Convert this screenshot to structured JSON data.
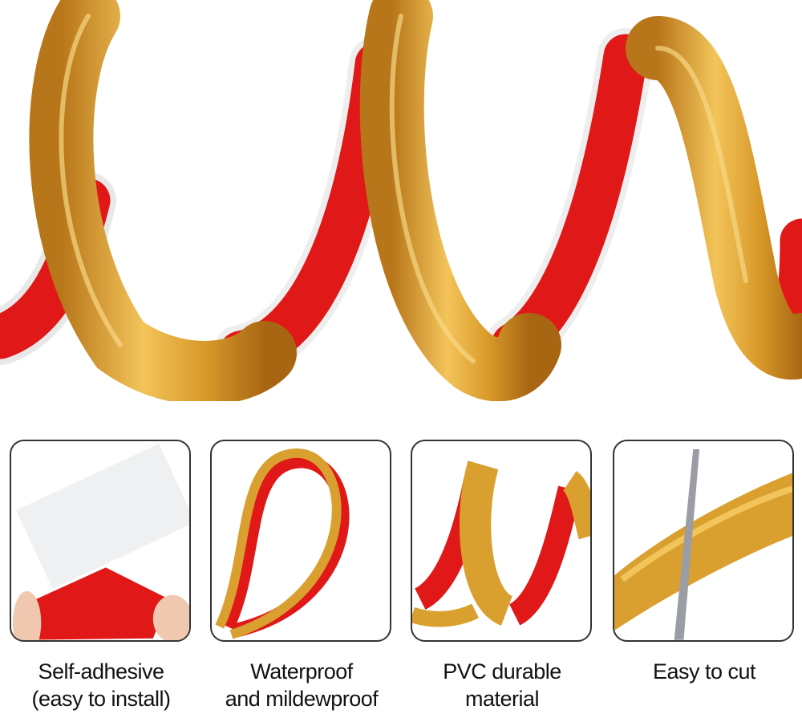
{
  "features": [
    {
      "line1": "Self-adhesive",
      "line2": "(easy to install)",
      "icon": "adhesive-peel-photo"
    },
    {
      "line1": "Waterproof",
      "line2": "and mildewproof",
      "icon": "strip-loop-photo"
    },
    {
      "line1": "PVC durable",
      "line2": "material",
      "icon": "strip-spiral-photo"
    },
    {
      "line1": "Easy to cut",
      "line2": "",
      "icon": "scissors-cut-photo"
    }
  ],
  "colors": {
    "gold": "#d9a030",
    "red": "#e01818",
    "border": "#333333"
  }
}
